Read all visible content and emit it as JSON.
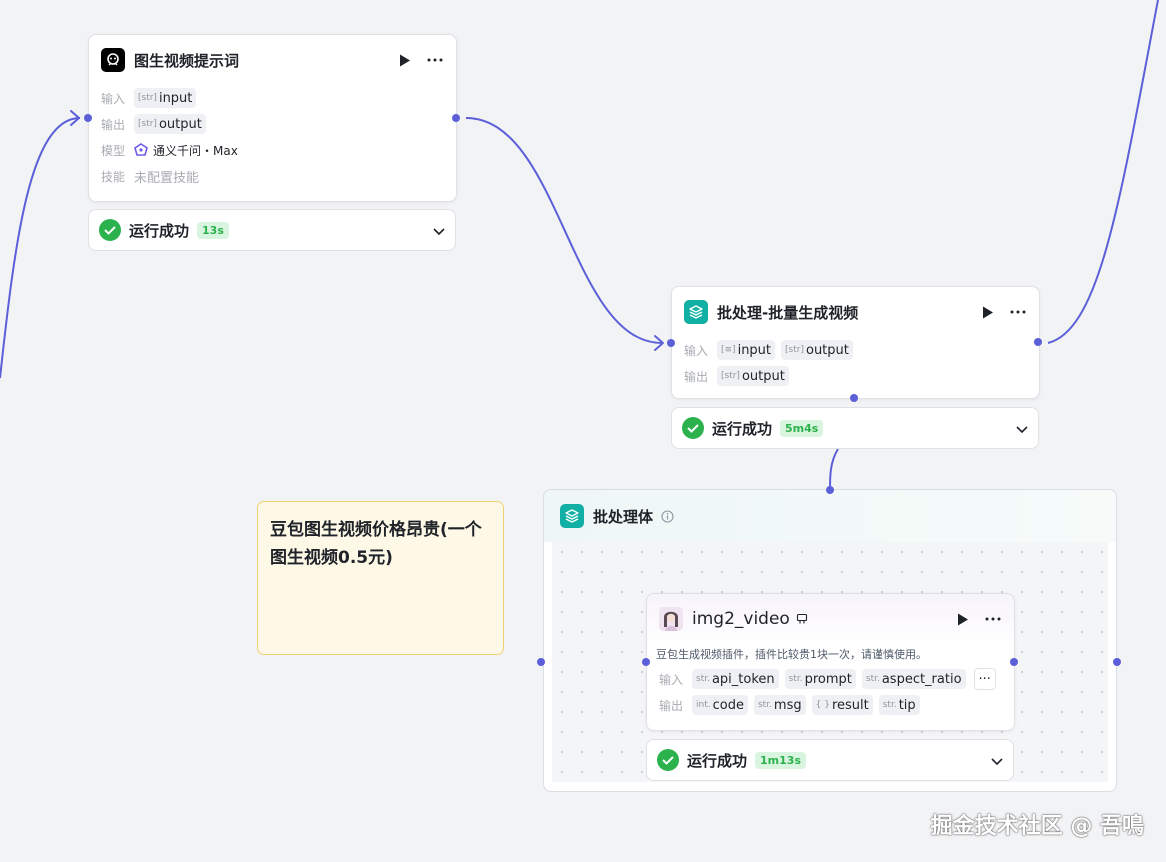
{
  "nodes": {
    "prompt_node": {
      "title": "图生视频提示词",
      "rows": {
        "input_label": "输入",
        "input_tag": "input",
        "output_label": "输出",
        "output_tag": "output",
        "model_label": "模型",
        "model_value": "通义千问・Max",
        "skill_label": "技能",
        "skill_value": "未配置技能"
      },
      "status": {
        "text": "运行成功",
        "duration": "13s"
      }
    },
    "batch_node": {
      "title": "批处理-批量生成视频",
      "rows": {
        "input_label": "输入",
        "input_tag1": "input",
        "input_tag2": "output",
        "output_label": "输出",
        "output_tag": "output"
      },
      "status": {
        "text": "运行成功",
        "duration": "5m4s"
      }
    },
    "batch_body": {
      "title": "批处理体"
    },
    "video_node": {
      "title": "img2_video",
      "description": "豆包生成视频插件，插件比较贵1块一次，请谨慎使用。",
      "input_label": "输入",
      "inputs": [
        {
          "type": "str.",
          "name": "api_token"
        },
        {
          "type": "str.",
          "name": "prompt"
        },
        {
          "type": "str.",
          "name": "aspect_ratio"
        }
      ],
      "output_label": "输出",
      "outputs": [
        {
          "type": "int.",
          "name": "code"
        },
        {
          "type": "str.",
          "name": "msg"
        },
        {
          "type": "{ }",
          "name": "result"
        },
        {
          "type": "str.",
          "name": "tip"
        }
      ],
      "more_tags": "···",
      "status": {
        "text": "运行成功",
        "duration": "1m13s"
      }
    }
  },
  "note": {
    "text": "豆包图生视频价格昂贵(一个图生视频0.5元)"
  },
  "watermark": "掘金技术社区 @ 吾鳴",
  "colors": {
    "edge": "#5b5fd8",
    "success": "#2bb24c",
    "batch_icon": "#12b0a4",
    "note_bg": "#fef9e7"
  },
  "icons": {
    "prompt_node": "llm-avatar-icon",
    "batch_node": "layers-icon",
    "video_node": "avatar-thumbnail"
  }
}
